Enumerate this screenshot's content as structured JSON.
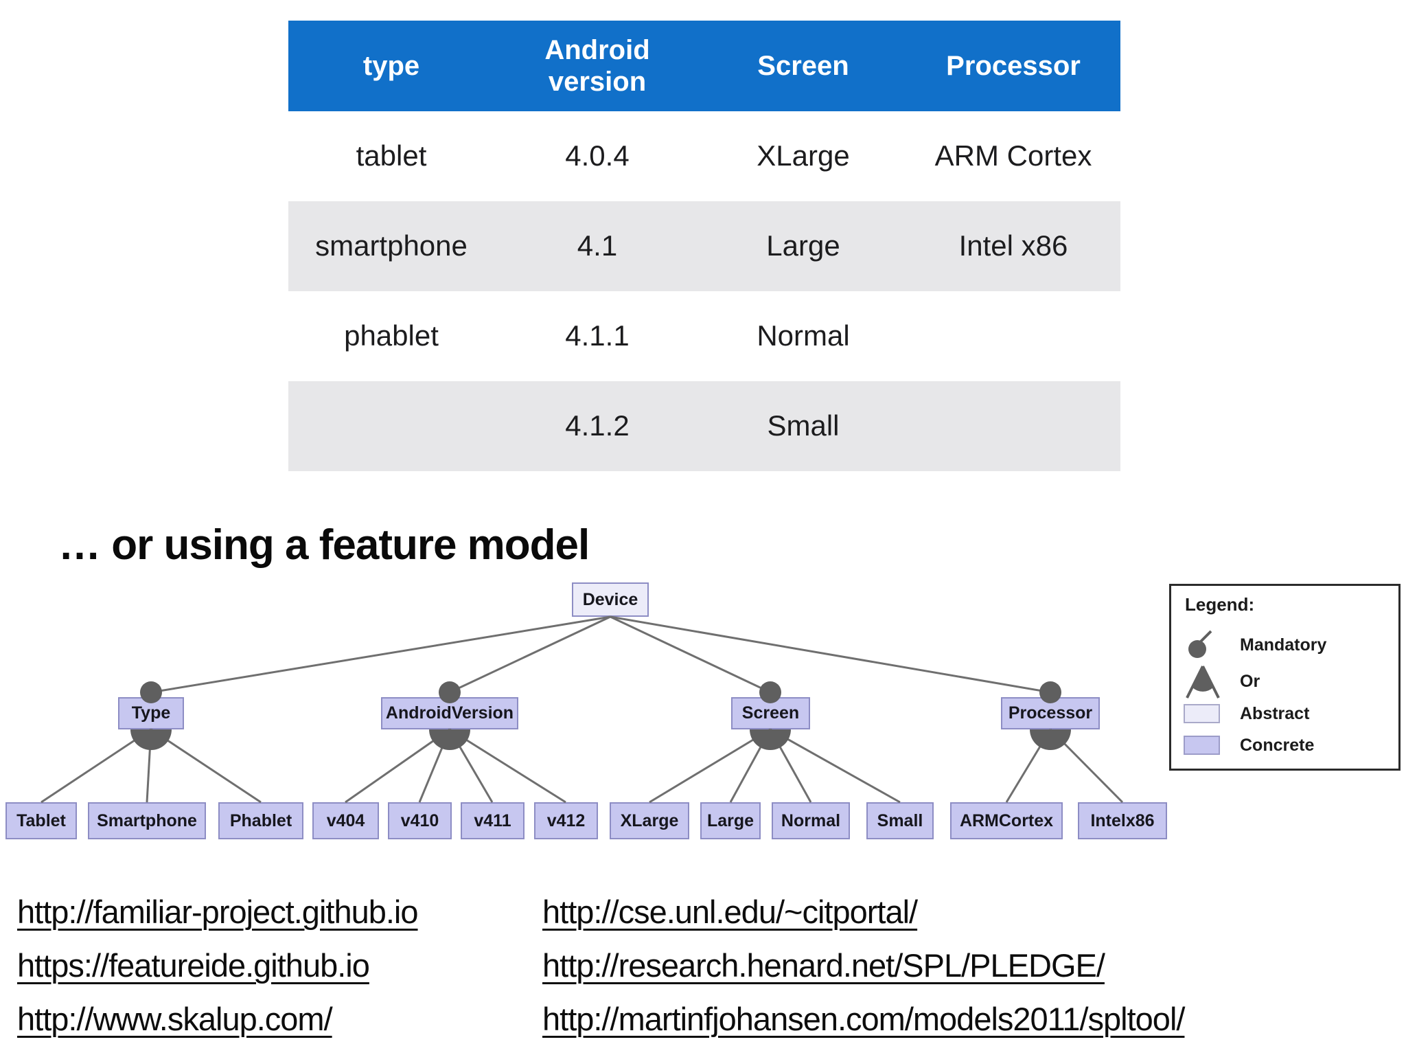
{
  "table": {
    "headers": [
      "type",
      "Android version",
      "Screen",
      "Processor"
    ],
    "rows": [
      [
        "tablet",
        "4.0.4",
        "XLarge",
        "ARM Cortex"
      ],
      [
        "smartphone",
        "4.1",
        "Large",
        "Intel x86"
      ],
      [
        "phablet",
        "4.1.1",
        "Normal",
        ""
      ],
      [
        "",
        "4.1.2",
        "Small",
        ""
      ]
    ]
  },
  "heading": "… or using a feature model",
  "diagram": {
    "root_label": "Device",
    "groups": [
      {
        "label": "Type",
        "children": [
          "Tablet",
          "Smartphone",
          "Phablet"
        ]
      },
      {
        "label": "AndroidVersion",
        "children": [
          "v404",
          "v410",
          "v411",
          "v412"
        ]
      },
      {
        "label": "Screen",
        "children": [
          "XLarge",
          "Large",
          "Normal",
          "Small"
        ]
      },
      {
        "label": "Processor",
        "children": [
          "ARMCortex",
          "Intelx86"
        ]
      }
    ],
    "legend": {
      "title": "Legend:",
      "items": [
        {
          "label": "Mandatory",
          "icon": "mandatory-icon"
        },
        {
          "label": "Or",
          "icon": "or-icon"
        },
        {
          "label": "Abstract",
          "icon": "abstract-swatch"
        },
        {
          "label": "Concrete",
          "icon": "concrete-swatch"
        }
      ]
    }
  },
  "links": {
    "left": [
      "http://familiar-project.github.io",
      "https://featureide.github.io",
      "http://www.skalup.com/"
    ],
    "right": [
      "http://cse.unl.edu/~citportal/",
      "http://research.henard.net/SPL/PLEDGE/",
      "http://martinfjohansen.com/models2011/spltool/"
    ]
  },
  "colors": {
    "header_blue": "#1170C9",
    "row_gray": "#E7E7E9",
    "concrete_fill": "#C7C7F0",
    "abstract_fill": "#ECECF9",
    "edge_gray": "#6F6F6F"
  }
}
